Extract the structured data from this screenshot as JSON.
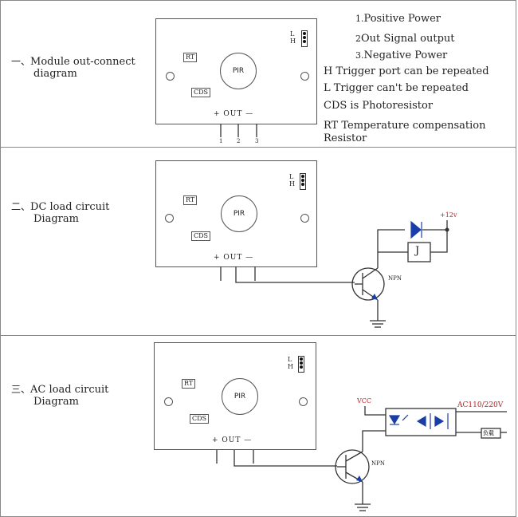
{
  "sections": [
    {
      "num": "一、",
      "title_line1": "Module out-connect",
      "title_line2": "diagram"
    },
    {
      "num": "二、",
      "title_line1": "DC load circuit",
      "title_line2": "Diagram"
    },
    {
      "num": "三、",
      "title_line1": "AC load circuit",
      "title_line2": "Diagram"
    }
  ],
  "board": {
    "pir": "PIR",
    "rt": "RT",
    "cds": "CDS",
    "l": "L",
    "h": "H",
    "out": "+ OUT —",
    "pins": [
      "1",
      "2",
      "3"
    ]
  },
  "legend": [
    {
      "num": "1.",
      "text": "Positive Power"
    },
    {
      "num": "2",
      "text": "Out Signal output"
    },
    {
      "num": "3.",
      "text": "Negative Power"
    },
    {
      "num": "",
      "text": "H Trigger port can be repeated"
    },
    {
      "num": "",
      "text": "L Trigger can't be repeated"
    },
    {
      "num": "",
      "text": "CDS is Photoresistor"
    },
    {
      "num": "",
      "text": "RT Temperature compensation"
    },
    {
      "num": "",
      "text": "Resistor"
    }
  ],
  "dc": {
    "supply": "+12v",
    "relay": "J",
    "npn": "NPN"
  },
  "ac": {
    "vcc": "VCC",
    "mains": "AC110/220V",
    "npn": "NPN",
    "load": "负载"
  }
}
